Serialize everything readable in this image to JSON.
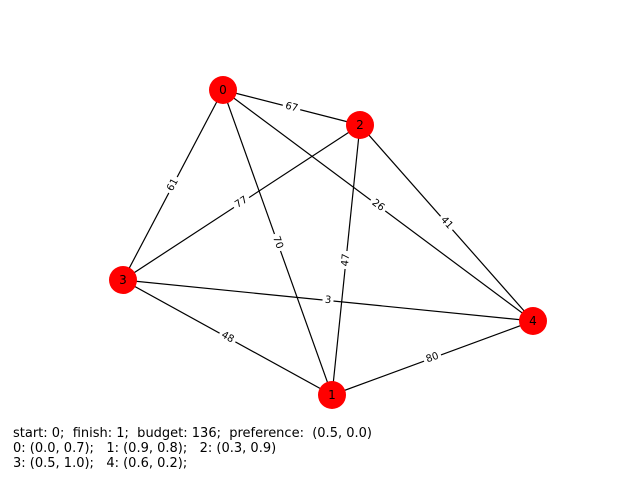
{
  "graph": {
    "node_color": "#ff0000",
    "nodes": [
      {
        "id": "0"
      },
      {
        "id": "1"
      },
      {
        "id": "2"
      },
      {
        "id": "3"
      },
      {
        "id": "4"
      }
    ],
    "edges": [
      {
        "source": "0",
        "target": "2",
        "weight": "67"
      },
      {
        "source": "0",
        "target": "3",
        "weight": "61"
      },
      {
        "source": "0",
        "target": "1",
        "weight": "70"
      },
      {
        "source": "0",
        "target": "4",
        "weight": "26"
      },
      {
        "source": "2",
        "target": "3",
        "weight": "77"
      },
      {
        "source": "2",
        "target": "1",
        "weight": "47"
      },
      {
        "source": "2",
        "target": "4",
        "weight": "41"
      },
      {
        "source": "3",
        "target": "4",
        "weight": "3"
      },
      {
        "source": "3",
        "target": "1",
        "weight": "48"
      },
      {
        "source": "1",
        "target": "4",
        "weight": "80"
      }
    ]
  },
  "caption": {
    "line1": "start: 0;  finish: 1;  budget: 136;  preference:  (0.5, 0.0)",
    "line2": "0: (0.0, 0.7);   1: (0.9, 0.8);   2: (0.3, 0.9)",
    "line3": "3: (0.5, 1.0);   4: (0.6, 0.2);"
  }
}
